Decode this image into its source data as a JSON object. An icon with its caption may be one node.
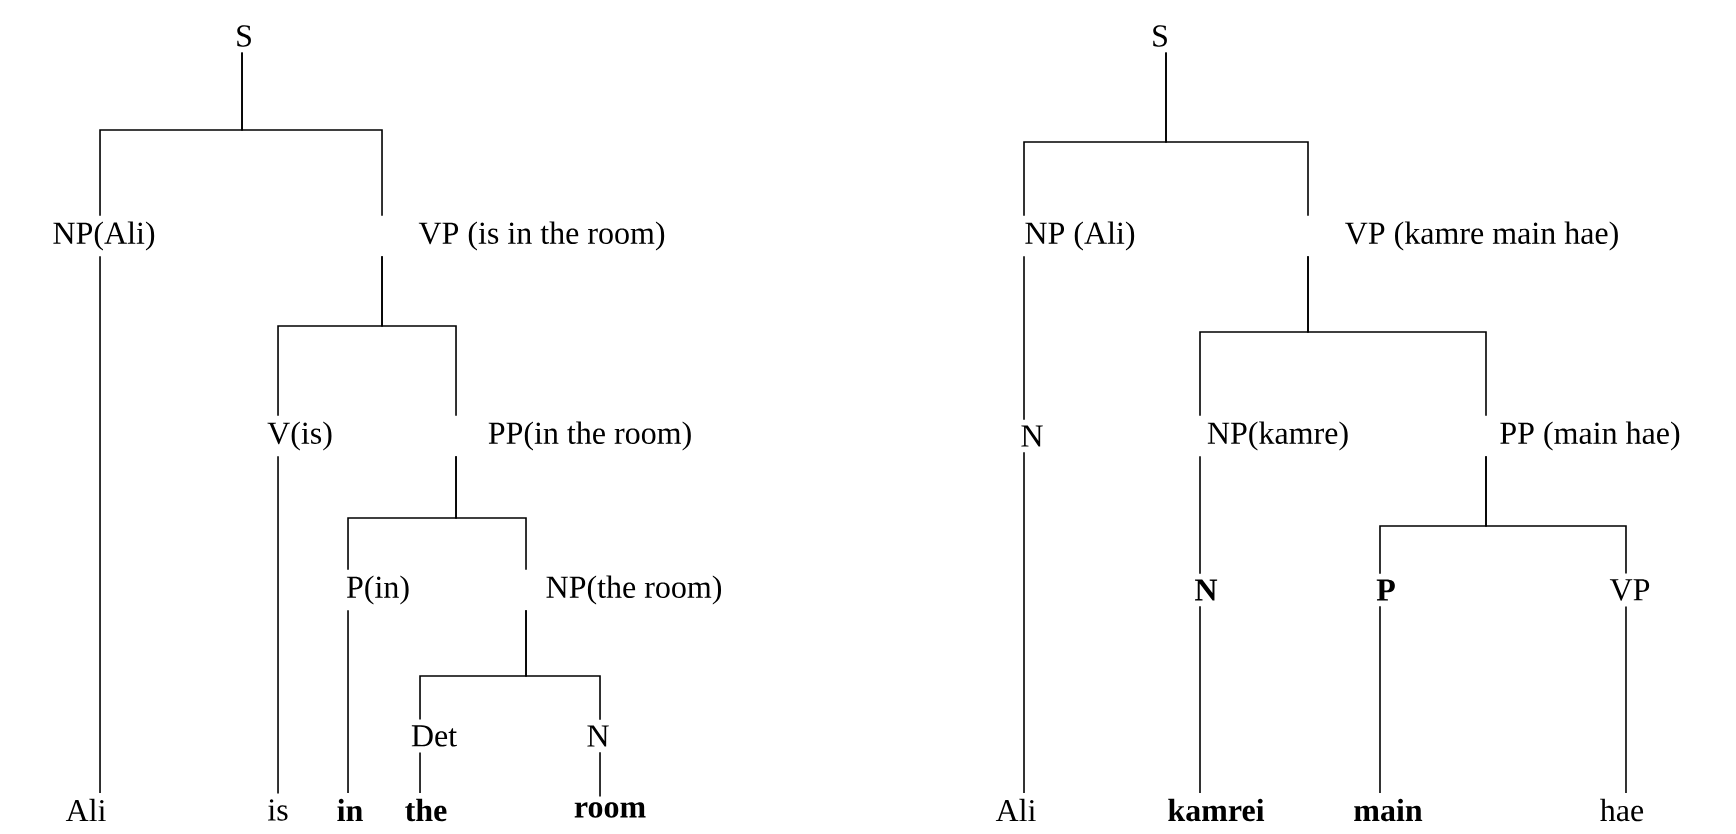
{
  "diagram": {
    "nodes": [
      {
        "text": [
          "S"
        ]
      },
      {
        "text": [
          "NP(Ali)"
        ]
      },
      {
        "text": [
          "VP (is in the room)"
        ]
      },
      {
        "text": [
          "V(is)"
        ]
      },
      {
        "text": [
          "PP(in the room)"
        ]
      },
      {
        "text": [
          "P(in)"
        ]
      },
      {
        "text": [
          "NP(the room)"
        ]
      },
      {
        "text": [
          "Det"
        ]
      },
      {
        "text": [
          "N"
        ]
      },
      {
        "text": [
          "Ali"
        ]
      },
      {
        "text": [
          "is"
        ]
      },
      {
        "text": [
          "in"
        ]
      },
      {
        "text": [
          "the"
        ]
      },
      {
        "text": [
          "room"
        ]
      },
      {
        "text": [
          "S"
        ]
      },
      {
        "text": [
          "NP (Ali)"
        ]
      },
      {
        "text": [
          "VP (kamre main hae)"
        ]
      },
      {
        "text": [
          "N"
        ]
      },
      {
        "text": [
          "NP(kamre)"
        ]
      },
      {
        "text": [
          "PP (main hae)"
        ]
      },
      {
        "text": [
          "N"
        ]
      },
      {
        "text": [
          "P"
        ]
      },
      {
        "text": [
          "VP"
        ]
      },
      {
        "text": [
          "Ali"
        ]
      },
      {
        "text": [
          "kamrei"
        ]
      },
      {
        "text": [
          "main"
        ]
      },
      {
        "text": [
          "hae"
        ]
      }
    ],
    "edges": [
      {
        "from": 0,
        "to": 1,
        "arrow": "none"
      },
      {
        "from": 0,
        "to": 2,
        "arrow": "none"
      },
      {
        "from": 1,
        "to": 9,
        "arrow": "none"
      },
      {
        "from": 2,
        "to": 3,
        "arrow": "none"
      },
      {
        "from": 2,
        "to": 4,
        "arrow": "none"
      },
      {
        "from": 3,
        "to": 10,
        "arrow": "none"
      },
      {
        "from": 4,
        "to": 5,
        "arrow": "none"
      },
      {
        "from": 4,
        "to": 6,
        "arrow": "none"
      },
      {
        "from": 5,
        "to": 11,
        "arrow": "none"
      },
      {
        "from": 6,
        "to": 7,
        "arrow": "none"
      },
      {
        "from": 6,
        "to": 8,
        "arrow": "none"
      },
      {
        "from": 7,
        "to": 12,
        "arrow": "none"
      },
      {
        "from": 8,
        "to": 13,
        "arrow": "none"
      },
      {
        "from": 14,
        "to": 15,
        "arrow": "none"
      },
      {
        "from": 14,
        "to": 16,
        "arrow": "none"
      },
      {
        "from": 15,
        "to": 17,
        "arrow": "none"
      },
      {
        "from": 17,
        "to": 23,
        "arrow": "none"
      },
      {
        "from": 16,
        "to": 18,
        "arrow": "none"
      },
      {
        "from": 16,
        "to": 19,
        "arrow": "none"
      },
      {
        "from": 18,
        "to": 20,
        "arrow": "none"
      },
      {
        "from": 20,
        "to": 24,
        "arrow": "none"
      },
      {
        "from": 19,
        "to": 21,
        "arrow": "none"
      },
      {
        "from": 19,
        "to": 22,
        "arrow": "none"
      },
      {
        "from": 21,
        "to": 25,
        "arrow": "none"
      },
      {
        "from": 22,
        "to": 26,
        "arrow": "none"
      }
    ]
  }
}
